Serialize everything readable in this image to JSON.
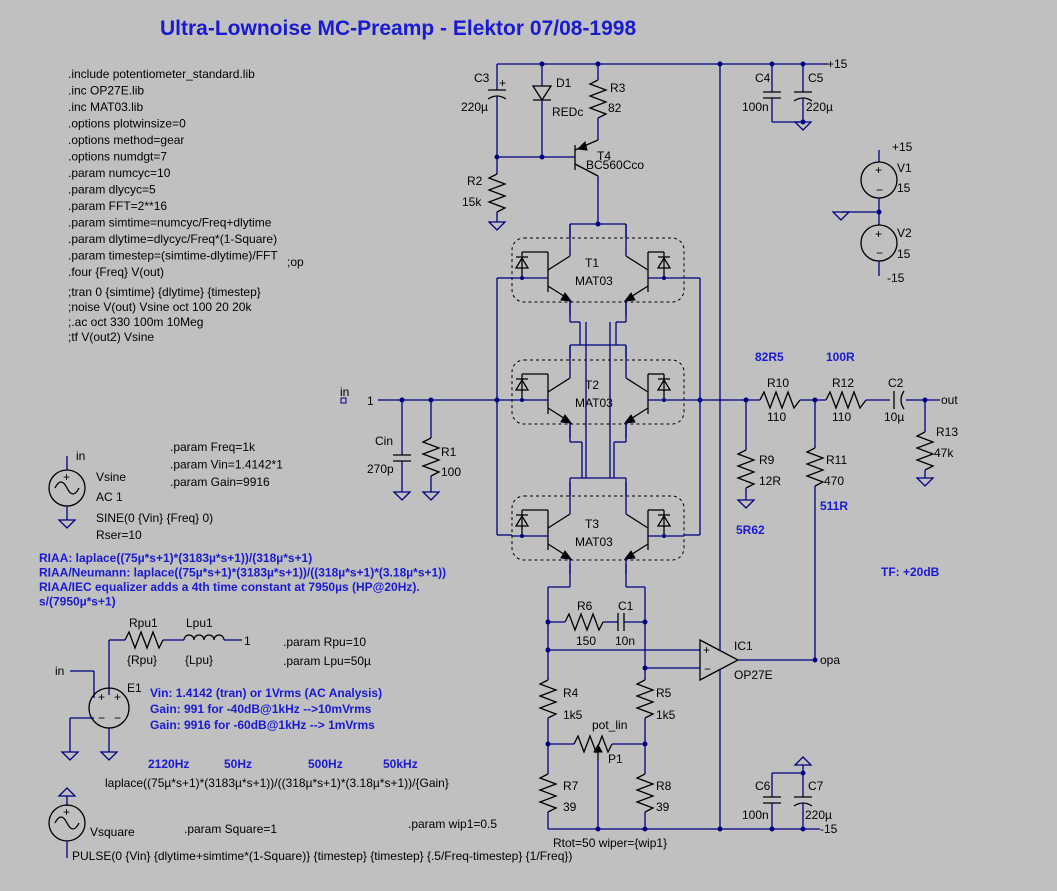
{
  "title": "Ultra-Lownoise MC-Preamp - Elektor 07/08-1998",
  "directives": [
    ".include potentiometer_standard.lib",
    ".inc OP27E.lib",
    ".inc MAT03.lib",
    ".options plotwinsize=0",
    ".options method=gear",
    ".options numdgt=7",
    ".param numcyc=10",
    ".param dlycyc=5",
    ".param FFT=2**16",
    ".param simtime=numcyc/Freq+dlytime",
    ".param dlytime=dlycyc/Freq*(1-Square)",
    ".param timestep=(simtime-dlytime)/FFT",
    ".four {Freq} V(out)"
  ],
  "directive_op": ";op",
  "commented_directives": [
    ";tran 0 {simtime} {dlytime} {timestep}",
    ";noise V(out) Vsine oct 100 20 20k",
    ";.ac oct 330 100m 10Meg",
    ";tf V(out2) Vsine"
  ],
  "params_mid": [
    ".param Freq=1k",
    ".param Vin=1.4142*1",
    ".param Gain=9916"
  ],
  "params_pu": [
    ".param Rpu=10",
    ".param Lpu=50µ"
  ],
  "param_square": ".param Square=1",
  "param_wip": ".param wip1=0.5",
  "vsine": {
    "node": "in",
    "name": "Vsine",
    "ac": "AC 1",
    "sine": "SINE(0 {Vin} {Freq} 0)",
    "rser": "Rser=10"
  },
  "vsquare": {
    "name": "Vsquare",
    "pulse": "PULSE(0 {Vin} {dlytime+simtime*(1-Square)} {timestep} {timestep} {.5/Freq-timestep} {1/Freq})"
  },
  "riaa_notes": [
    "RIAA:                  laplace((75µ*s+1)*(3183µ*s+1))/(318µ*s+1)",
    "RIAA/Neumann: laplace((75µ*s+1)*(3183µ*s+1))/((318µ*s+1)*(3.18µ*s+1))",
    "RIAA/IEC equalizer adds a 4th time constant at 7950µs (HP@20Hz).",
    "s/(7950µ*s+1)"
  ],
  "gain_notes": [
    "Vin: 1.4142 (tran) or 1Vrms (AC Analysis)",
    "Gain: 991   for -40dB@1kHz  -->10mVrms",
    "Gain: 9916 for -60dB@1kHz  --> 1mVrms"
  ],
  "freqs": [
    "2120Hz",
    "50Hz",
    "500Hz",
    "50kHz"
  ],
  "laplace_expr": "laplace((75µ*s+1)*(3183µ*s+1))/((318µ*s+1)*(3.18µ*s+1))/{Gain}",
  "tf_note": "TF: +20dB",
  "notes_5r62": "5R62",
  "notes_511r": "511R",
  "notes_82r5": "82R5",
  "notes_100r": "100R",
  "rtot": "Rtot=50 wiper={wip1}",
  "components": {
    "c3": {
      "name": "C3",
      "value": "220µ"
    },
    "d1": {
      "name": "D1",
      "value": "REDc"
    },
    "r3": {
      "name": "R3",
      "value": "82"
    },
    "r2": {
      "name": "R2",
      "value": "15k"
    },
    "t4": {
      "name": "T4",
      "value": "BC560Cco"
    },
    "t1": {
      "name": "T1",
      "value": "MAT03"
    },
    "t2": {
      "name": "T2",
      "value": "MAT03"
    },
    "t3": {
      "name": "T3",
      "value": "MAT03"
    },
    "c4": {
      "name": "C4",
      "value": "100n"
    },
    "c5": {
      "name": "C5",
      "value": "220µ"
    },
    "c6": {
      "name": "C6",
      "value": "100n"
    },
    "c7": {
      "name": "C7",
      "value": "220µ"
    },
    "v1": {
      "name": "V1",
      "value": "15"
    },
    "v2": {
      "name": "V2",
      "value": "15"
    },
    "cin": {
      "name": "Cin",
      "value": "270p"
    },
    "r1": {
      "name": "R1",
      "value": "100"
    },
    "r9": {
      "name": "R9",
      "value": "12R"
    },
    "r10": {
      "name": "R10",
      "value": "110"
    },
    "r11": {
      "name": "R11",
      "value": "470"
    },
    "r12": {
      "name": "R12",
      "value": "110"
    },
    "r13": {
      "name": "R13",
      "value": "47k"
    },
    "c2": {
      "name": "C2",
      "value": "10µ"
    },
    "r6": {
      "name": "R6",
      "value": "150"
    },
    "c1": {
      "name": "C1",
      "value": "10n"
    },
    "ic1": {
      "name": "IC1",
      "value": "OP27E"
    },
    "r4": {
      "name": "R4",
      "value": "1k5"
    },
    "r5": {
      "name": "R5",
      "value": "1k5"
    },
    "r7": {
      "name": "R7",
      "value": "39"
    },
    "r8": {
      "name": "R8",
      "value": "39"
    },
    "p1": {
      "name": "P1",
      "value": "pot_lin"
    },
    "rpu1": {
      "name": "Rpu1",
      "value": "{Rpu}"
    },
    "lpu1": {
      "name": "Lpu1",
      "value": "{Lpu}"
    },
    "e1": {
      "name": "E1"
    }
  },
  "nets": {
    "plus15": "+15",
    "minus15": "-15",
    "in": "in",
    "one": "1",
    "out": "out",
    "opa": "opa",
    "v1plus": "+15",
    "v2minus": "-15",
    "e1in": "in",
    "rpu_end": "1"
  }
}
